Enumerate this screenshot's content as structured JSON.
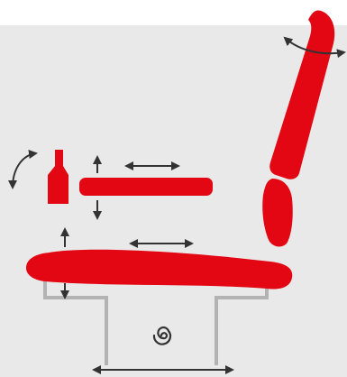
{
  "diagram": {
    "colors": {
      "background": "#ffffff",
      "panel": "#e9e9e9",
      "chair": "#e30613",
      "arrow": "#333333",
      "frame": "#b3b3b3"
    },
    "parts": [
      "backrest",
      "lumbar-support",
      "armrest",
      "armrest-post",
      "seat",
      "base-frame",
      "swivel-symbol"
    ],
    "icons": [
      "backrest-tilt-arrow-icon",
      "armrest-rotate-arrow-icon",
      "armrest-height-arrow-icon",
      "armrest-slide-arrow-icon",
      "seat-height-arrow-icon",
      "seat-depth-arrow-icon",
      "base-width-arrow-icon",
      "swivel-icon"
    ]
  }
}
